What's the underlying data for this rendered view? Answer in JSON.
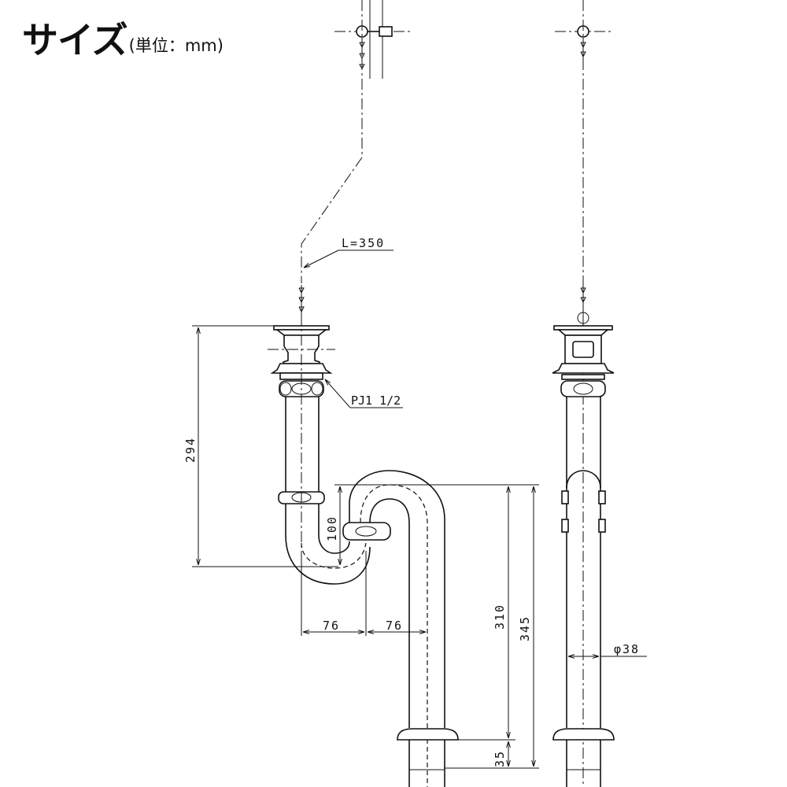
{
  "title": {
    "main": "サイズ",
    "unit": "(単位：mm)"
  },
  "dimensions": {
    "chain_length": "L=350",
    "thread": "PJ1 1/2",
    "total_height": "294",
    "trap_depth": "100",
    "offset_1": "76",
    "offset_2": "76",
    "outlet_height": "310",
    "outlet_total": "345",
    "flange_height": "35",
    "pipe_diameter": "φ38"
  }
}
